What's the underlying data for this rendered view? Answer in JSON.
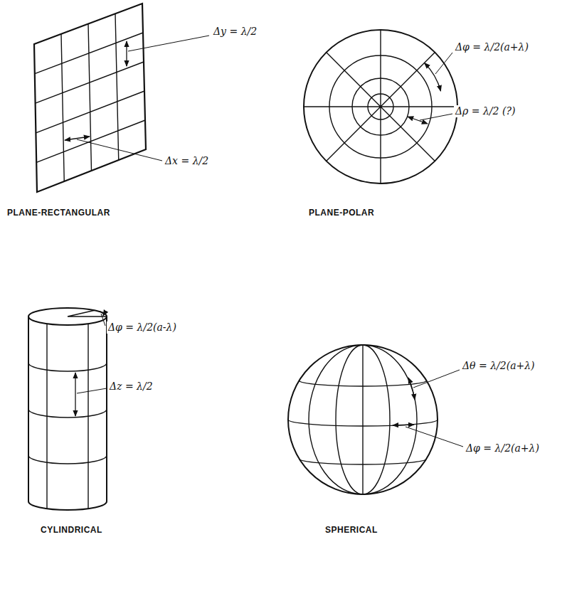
{
  "diagram": {
    "labels": [
      "Δy = λ/2",
      "Δx = λ/2",
      "PLANE-RECTANGULAR",
      "Δφ = λ/2(a+λ)",
      "Δρ = λ/2 (?)",
      "PLANE-POLAR",
      "Δφ = λ/2(a-λ)",
      "Δz = λ/2",
      "CYLINDRICAL",
      "SPHERICAL",
      "Δθ = λ/2(a+λ)",
      "Δφ = λ/2(a+λ)"
    ]
  }
}
